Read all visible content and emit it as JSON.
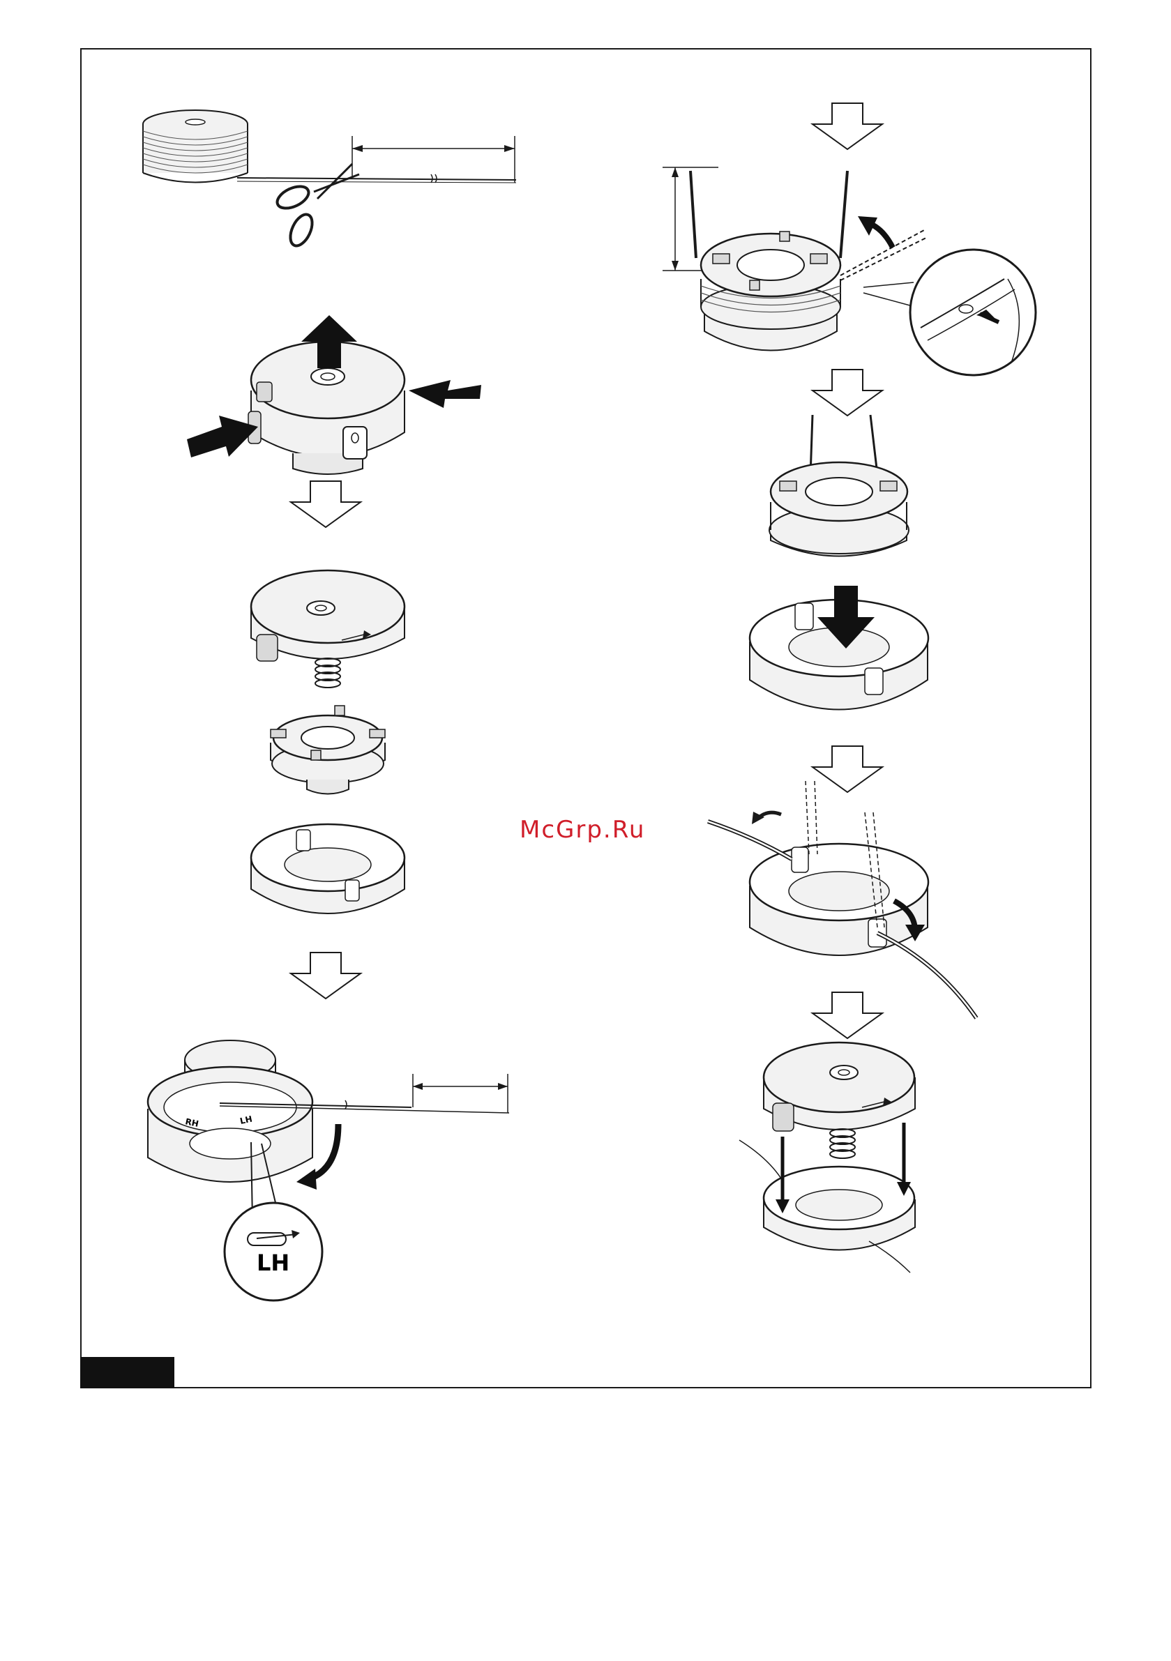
{
  "watermark": {
    "text": "McGrp.Ru"
  },
  "labels": {
    "lh_zoom": "LH",
    "lh_small": "LH",
    "rh_small": "RH"
  },
  "colors": {
    "line": "#1a1a1a",
    "watermark": "#d01e2a",
    "fill_light": "#f2f2f2",
    "fill_mid": "#d9d9d9",
    "arrow_dark": "#111111"
  },
  "icons": [
    "line-spool-icon",
    "scissors-icon",
    "dimension-arrow-icon",
    "step-down-arrow-icon",
    "push-arrow-icon",
    "pull-up-arrow-icon",
    "rotate-arrow-icon",
    "magnifier-callout-icon",
    "spring-icon"
  ]
}
